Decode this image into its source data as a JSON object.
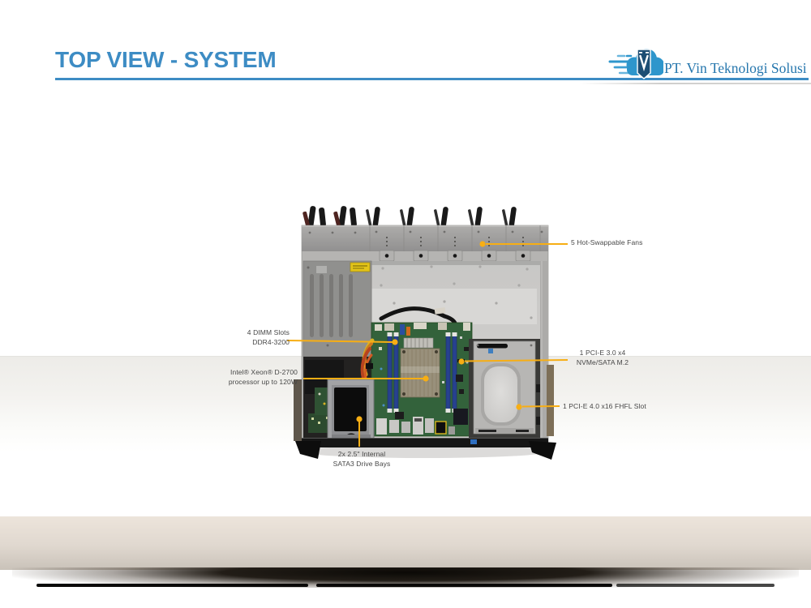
{
  "header": {
    "title": "TOP VIEW - SYSTEM"
  },
  "logo": {
    "company_name": "PT. Vin Teknologi Solusi",
    "icon_name": "cloud-v-speed-lines-icon"
  },
  "figure": {
    "description": "Top view photograph of a 1U rack server chassis with cover removed",
    "callouts": {
      "fans": "5 Hot-Swappable Fans",
      "dimm": "4 DIMM Slots\nDDR4-3200",
      "cpu": "Intel® Xeon® D-2700\nprocessor up to 120W",
      "m2": "1 PCI-E 3.0 x4\nNVMe/SATA M.2",
      "pcie_slot": "1 PCI-E 4.0 x16 FHFL Slot",
      "drive_bays": "2x 2.5\" Internal\nSATA3 Drive Bays"
    }
  },
  "colors": {
    "accent_blue": "#3d8cc4",
    "callout_line": "#f7ae14",
    "logo_blue": "#2e96cc"
  }
}
